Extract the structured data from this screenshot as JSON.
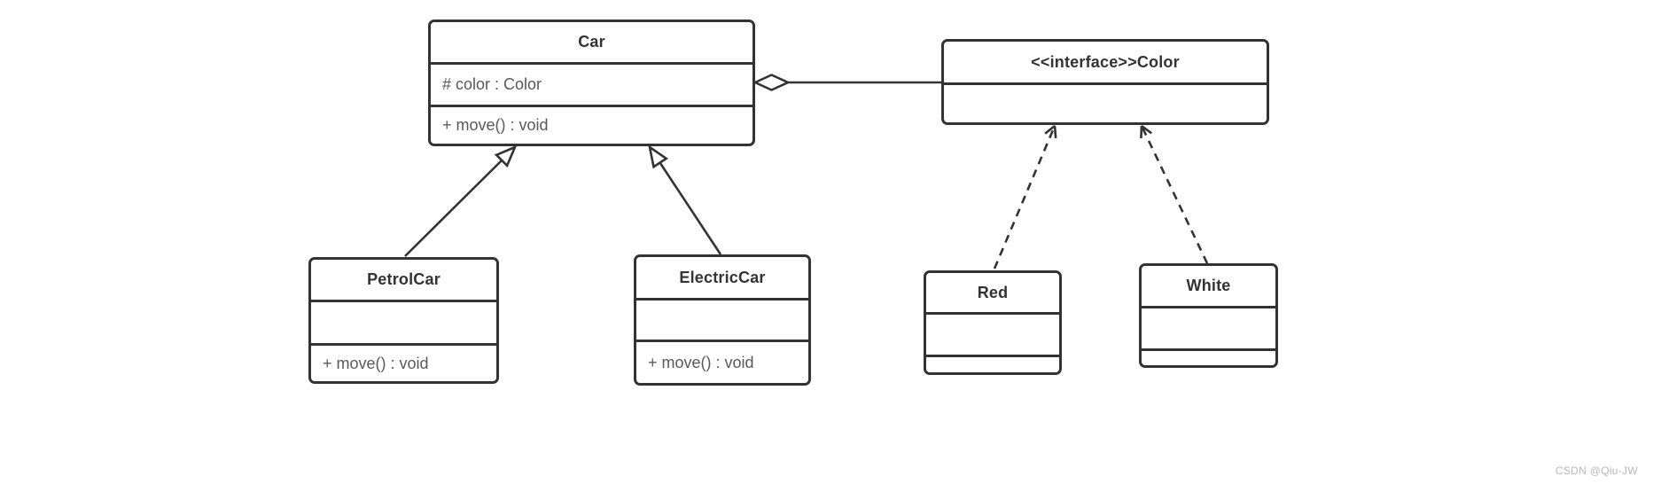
{
  "diagram": {
    "type": "uml-class-diagram",
    "classes": {
      "car": {
        "name": "Car",
        "attributes": [
          "# color : Color"
        ],
        "methods": [
          "+ move() : void"
        ]
      },
      "color": {
        "name": "<<interface>>Color",
        "attributes": [],
        "methods": []
      },
      "petrolcar": {
        "name": "PetrolCar",
        "attributes": [],
        "methods": [
          "+ move() : void"
        ]
      },
      "electriccar": {
        "name": "ElectricCar",
        "attributes": [],
        "methods": [
          "+ move() : void"
        ]
      },
      "red": {
        "name": "Red",
        "attributes": [],
        "methods": []
      },
      "white": {
        "name": "White",
        "attributes": [],
        "methods": []
      }
    },
    "relationships": [
      {
        "from": "PetrolCar",
        "to": "Car",
        "type": "generalization",
        "line": "solid",
        "head": "hollow-triangle"
      },
      {
        "from": "ElectricCar",
        "to": "Car",
        "type": "generalization",
        "line": "solid",
        "head": "hollow-triangle"
      },
      {
        "from": "Car",
        "to": "<<interface>>Color",
        "type": "aggregation",
        "line": "solid",
        "head": "hollow-diamond-at-car"
      },
      {
        "from": "Red",
        "to": "<<interface>>Color",
        "type": "realization",
        "line": "dashed",
        "head": "open-arrow"
      },
      {
        "from": "White",
        "to": "<<interface>>Color",
        "type": "realization",
        "line": "dashed",
        "head": "open-arrow"
      }
    ]
  },
  "watermark": {
    "text": "CSDN @Qiu-JW"
  },
  "colors": {
    "stroke": "#333333",
    "title_text": "#333333",
    "member_text": "#595959",
    "watermark_text": "#b8b8b8",
    "background": "#ffffff"
  }
}
